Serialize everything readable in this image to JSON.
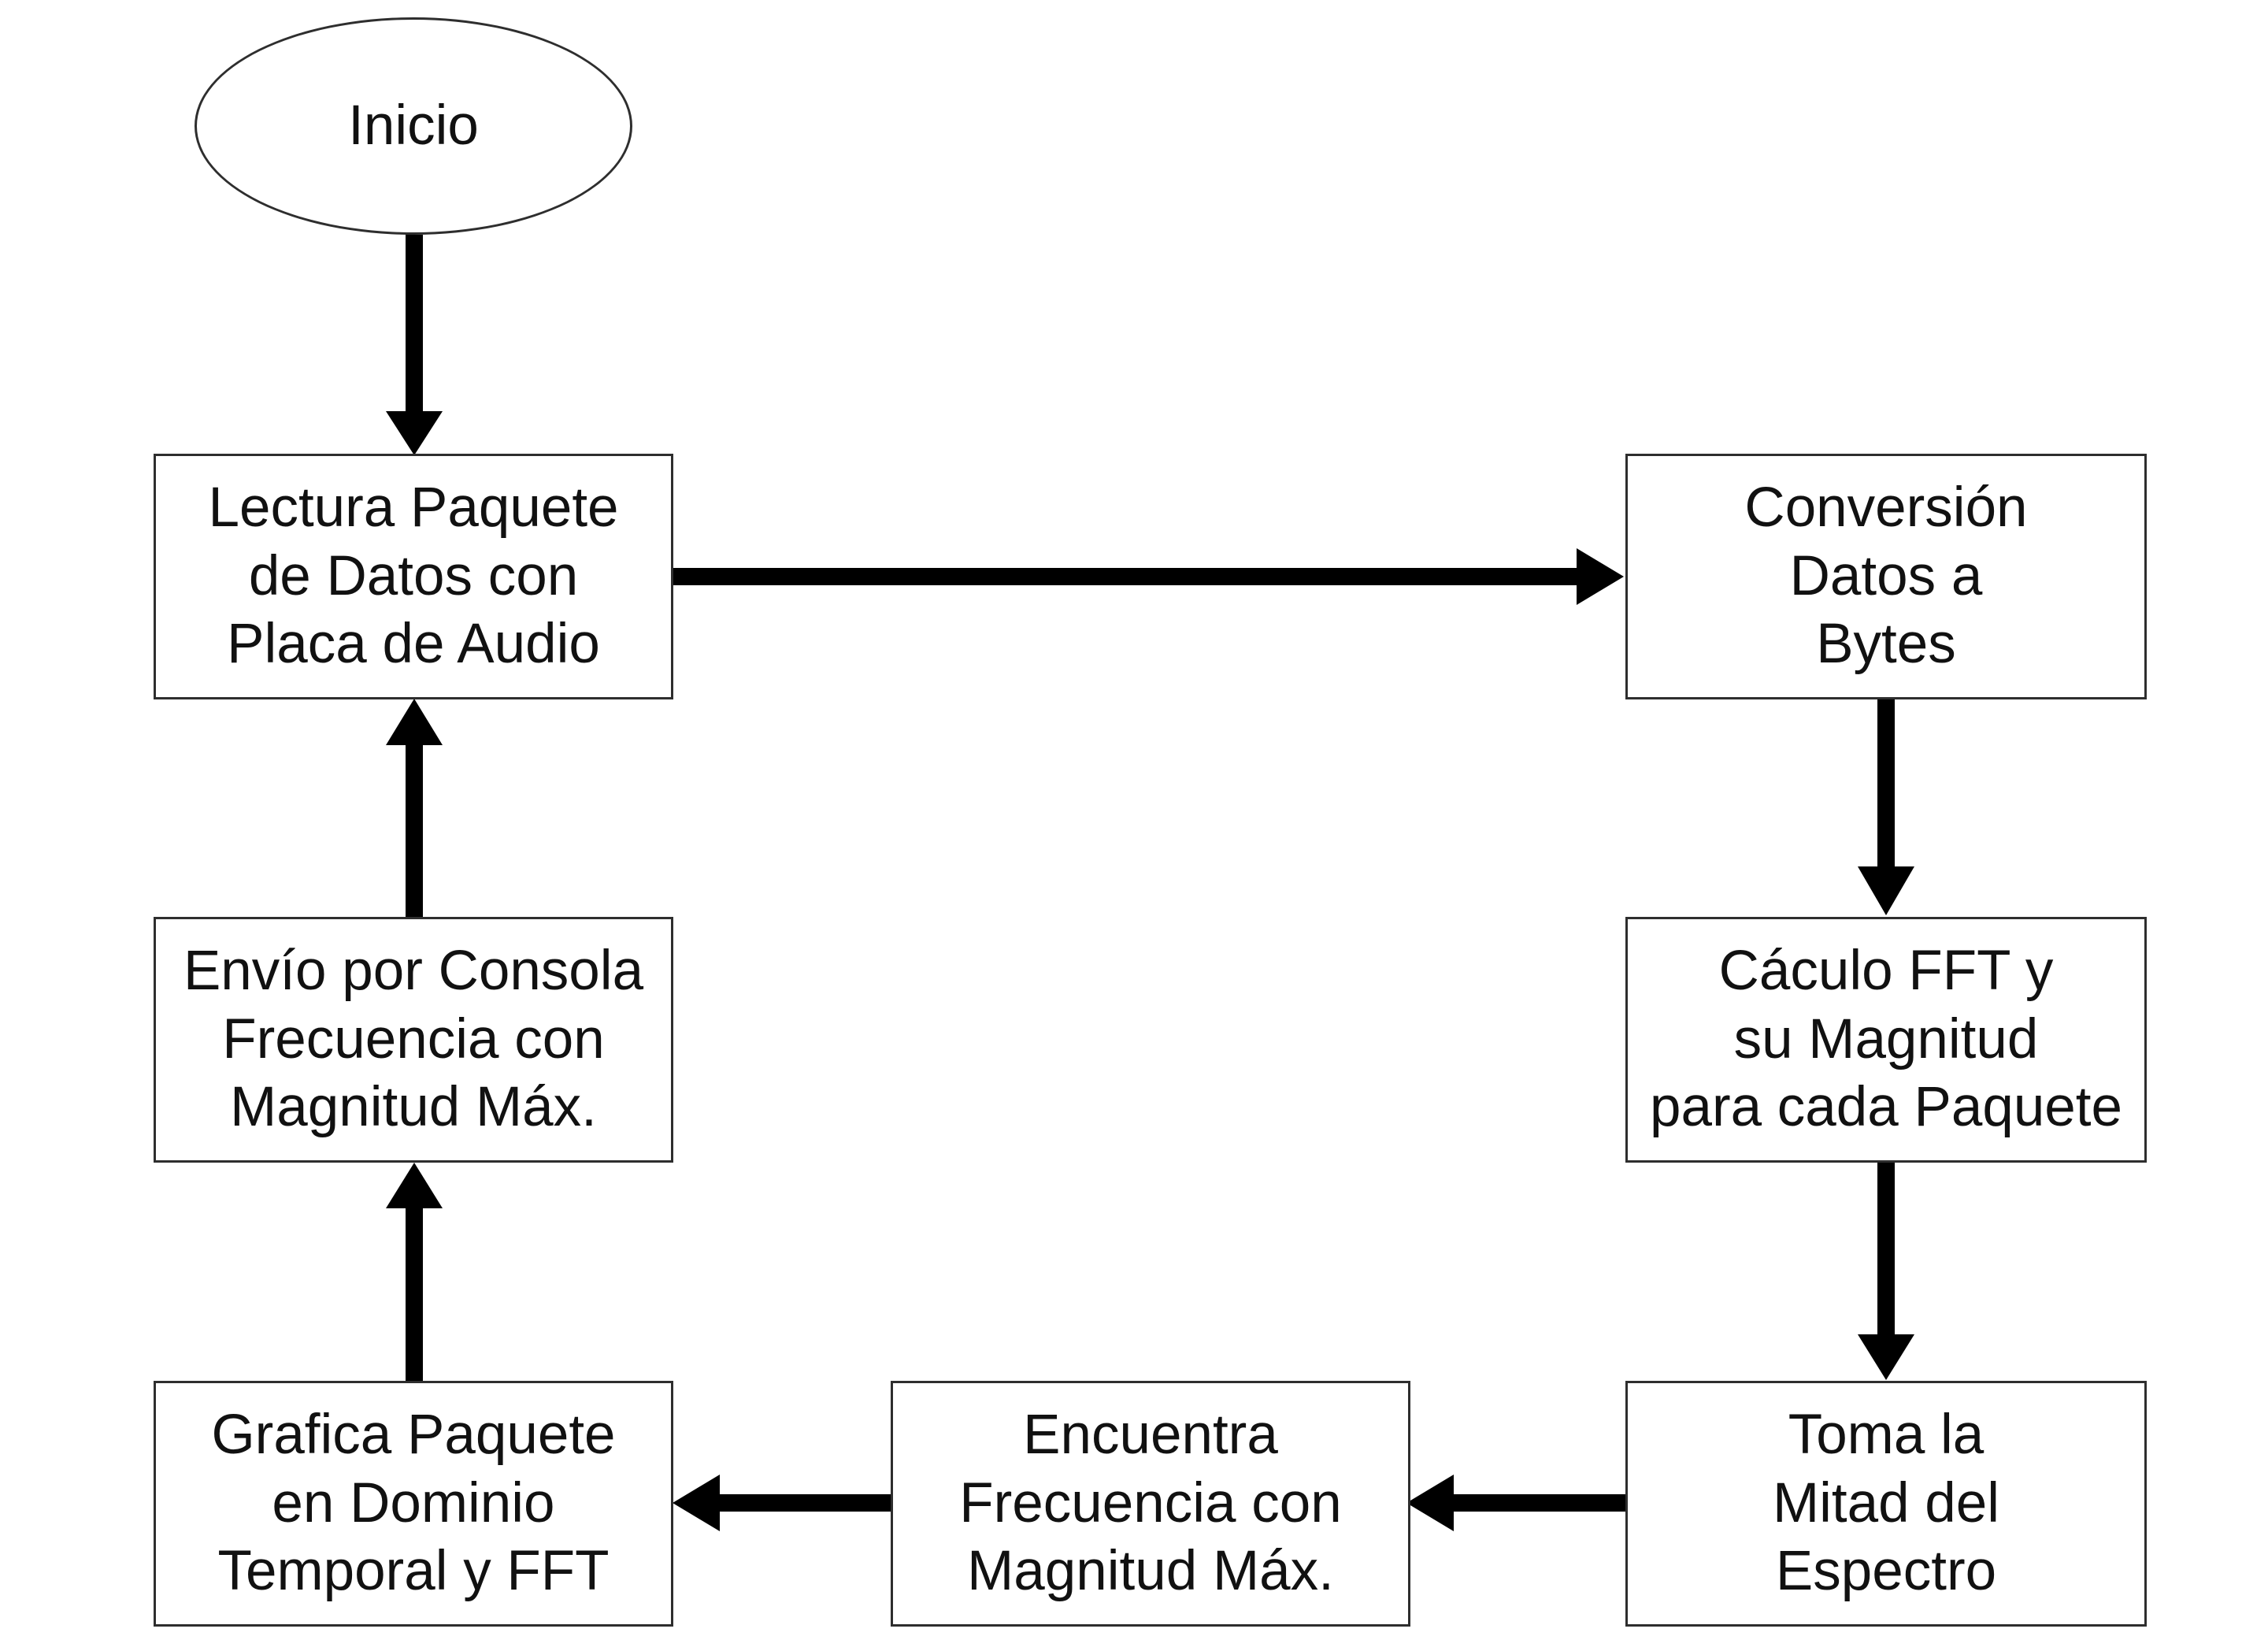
{
  "nodes": {
    "start": [
      "Inicio"
    ],
    "read": [
      "Lectura Paquete",
      "de Datos con",
      "Placa de Audio"
    ],
    "convert": [
      "Conversión",
      "Datos a",
      "Bytes"
    ],
    "fft": [
      "Cáculo FFT y",
      "su Magnitud",
      "para cada Paquete"
    ],
    "half": [
      "Toma la",
      "Mitad del",
      "Espectro"
    ],
    "find": [
      "Encuentra",
      "Frecuencia con",
      "Magnitud Máx."
    ],
    "plot": [
      "Grafica Paquete",
      "en Dominio",
      "Temporal y FFT"
    ],
    "send": [
      "Envío por Consola",
      "Frecuencia con",
      "Magnitud Máx."
    ]
  },
  "edges": [
    {
      "from": "start",
      "to": "read"
    },
    {
      "from": "read",
      "to": "convert"
    },
    {
      "from": "convert",
      "to": "fft"
    },
    {
      "from": "fft",
      "to": "half"
    },
    {
      "from": "half",
      "to": "find"
    },
    {
      "from": "find",
      "to": "plot"
    },
    {
      "from": "plot",
      "to": "send"
    },
    {
      "from": "send",
      "to": "read"
    }
  ],
  "colors": {
    "border": "#2e2e2e",
    "arrow": "#000000",
    "text": "#111111",
    "background": "#ffffff"
  }
}
